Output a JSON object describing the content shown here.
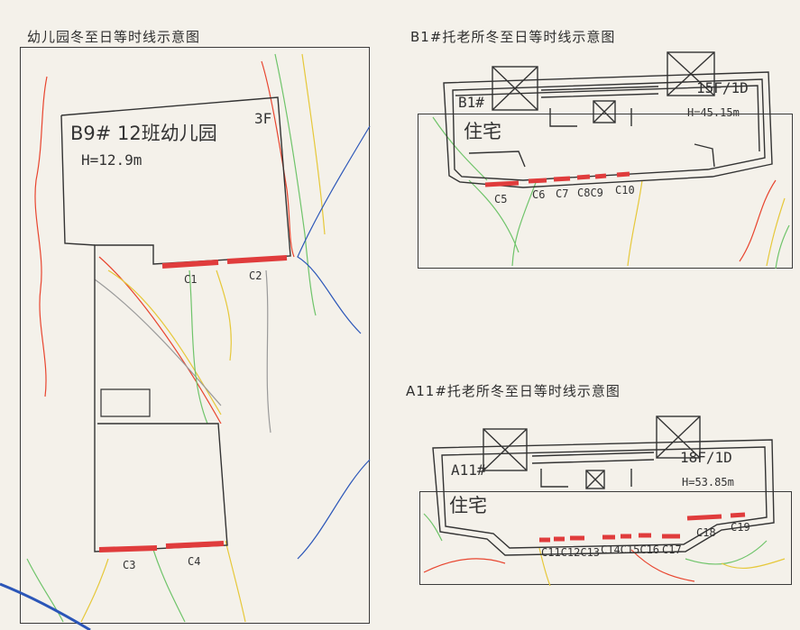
{
  "panels": {
    "kindergarten": {
      "title": "幼儿园冬至日等时线示意图",
      "building_name": "B9# 12班幼儿园",
      "floors": "3F",
      "height": "H=12.9m",
      "windows": [
        "C1",
        "C2",
        "C3",
        "C4"
      ]
    },
    "b1": {
      "title": "B1#托老所冬至日等时线示意图",
      "building_id": "B1#",
      "building_use": "住宅",
      "floors": "15F/1D",
      "height": "H=45.15m",
      "windows": [
        "C5",
        "C6",
        "C7",
        "C8C9",
        "C10"
      ]
    },
    "a11": {
      "title": "A11#托老所冬至日等时线示意图",
      "building_id": "A11#",
      "building_use": "住宅",
      "floors": "18F/1D",
      "height": "H=53.85m",
      "windows": [
        "C11C12C13",
        "C14C15C16",
        "C17",
        "C18",
        "C19"
      ]
    }
  },
  "colors": {
    "window": "#e03c3c",
    "line_red": "#e8452f",
    "line_yellow": "#e6c83a",
    "line_green": "#6fc46a",
    "line_blue": "#2b56b8",
    "line_gray": "#9a9a9a",
    "outline": "#333333"
  }
}
